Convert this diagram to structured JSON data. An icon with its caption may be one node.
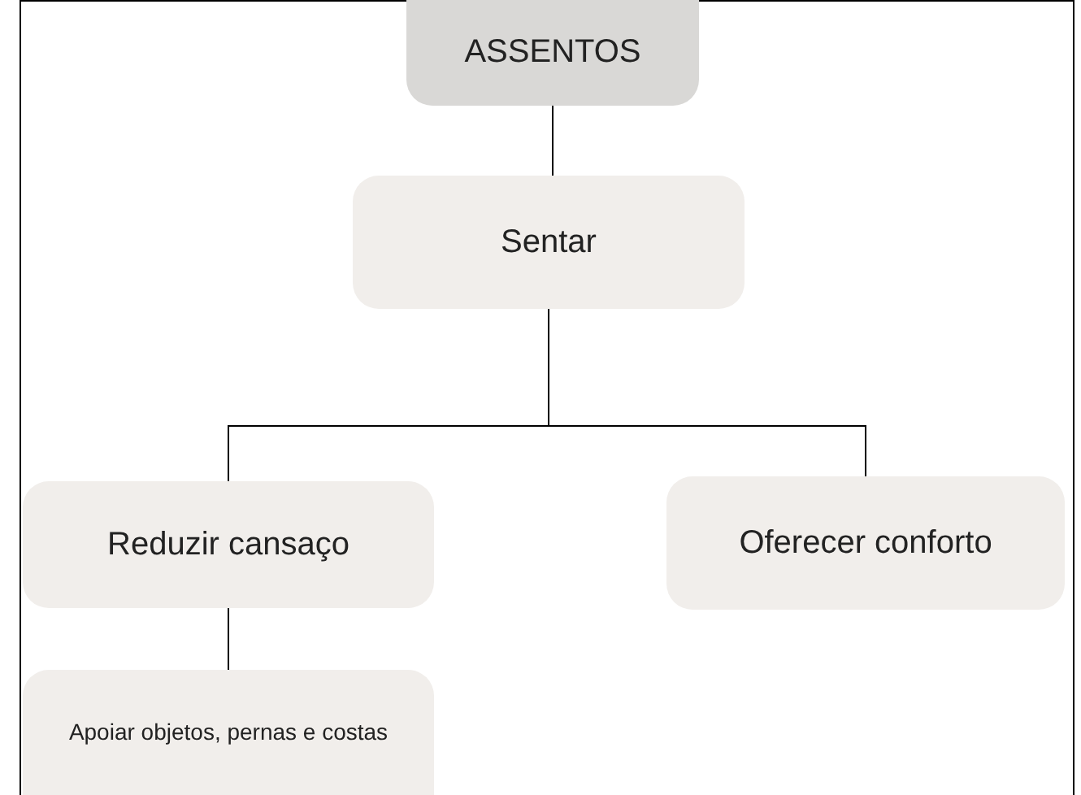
{
  "diagram": {
    "nodes": [
      {
        "text": [
          "ASSENTOS"
        ]
      },
      {
        "text": [
          "Sentar"
        ]
      },
      {
        "text": [
          "Reduzir cansaço"
        ]
      },
      {
        "text": [
          "Oferecer conforto"
        ]
      },
      {
        "text": [
          "Apoiar objetos, pernas e costas"
        ]
      }
    ],
    "edges": [
      {
        "from": 0,
        "to": 1,
        "arrow": "none"
      },
      {
        "from": 1,
        "to": 2,
        "arrow": "none"
      },
      {
        "from": 1,
        "to": 3,
        "arrow": "none"
      },
      {
        "from": 2,
        "to": 4,
        "arrow": "none"
      }
    ]
  }
}
